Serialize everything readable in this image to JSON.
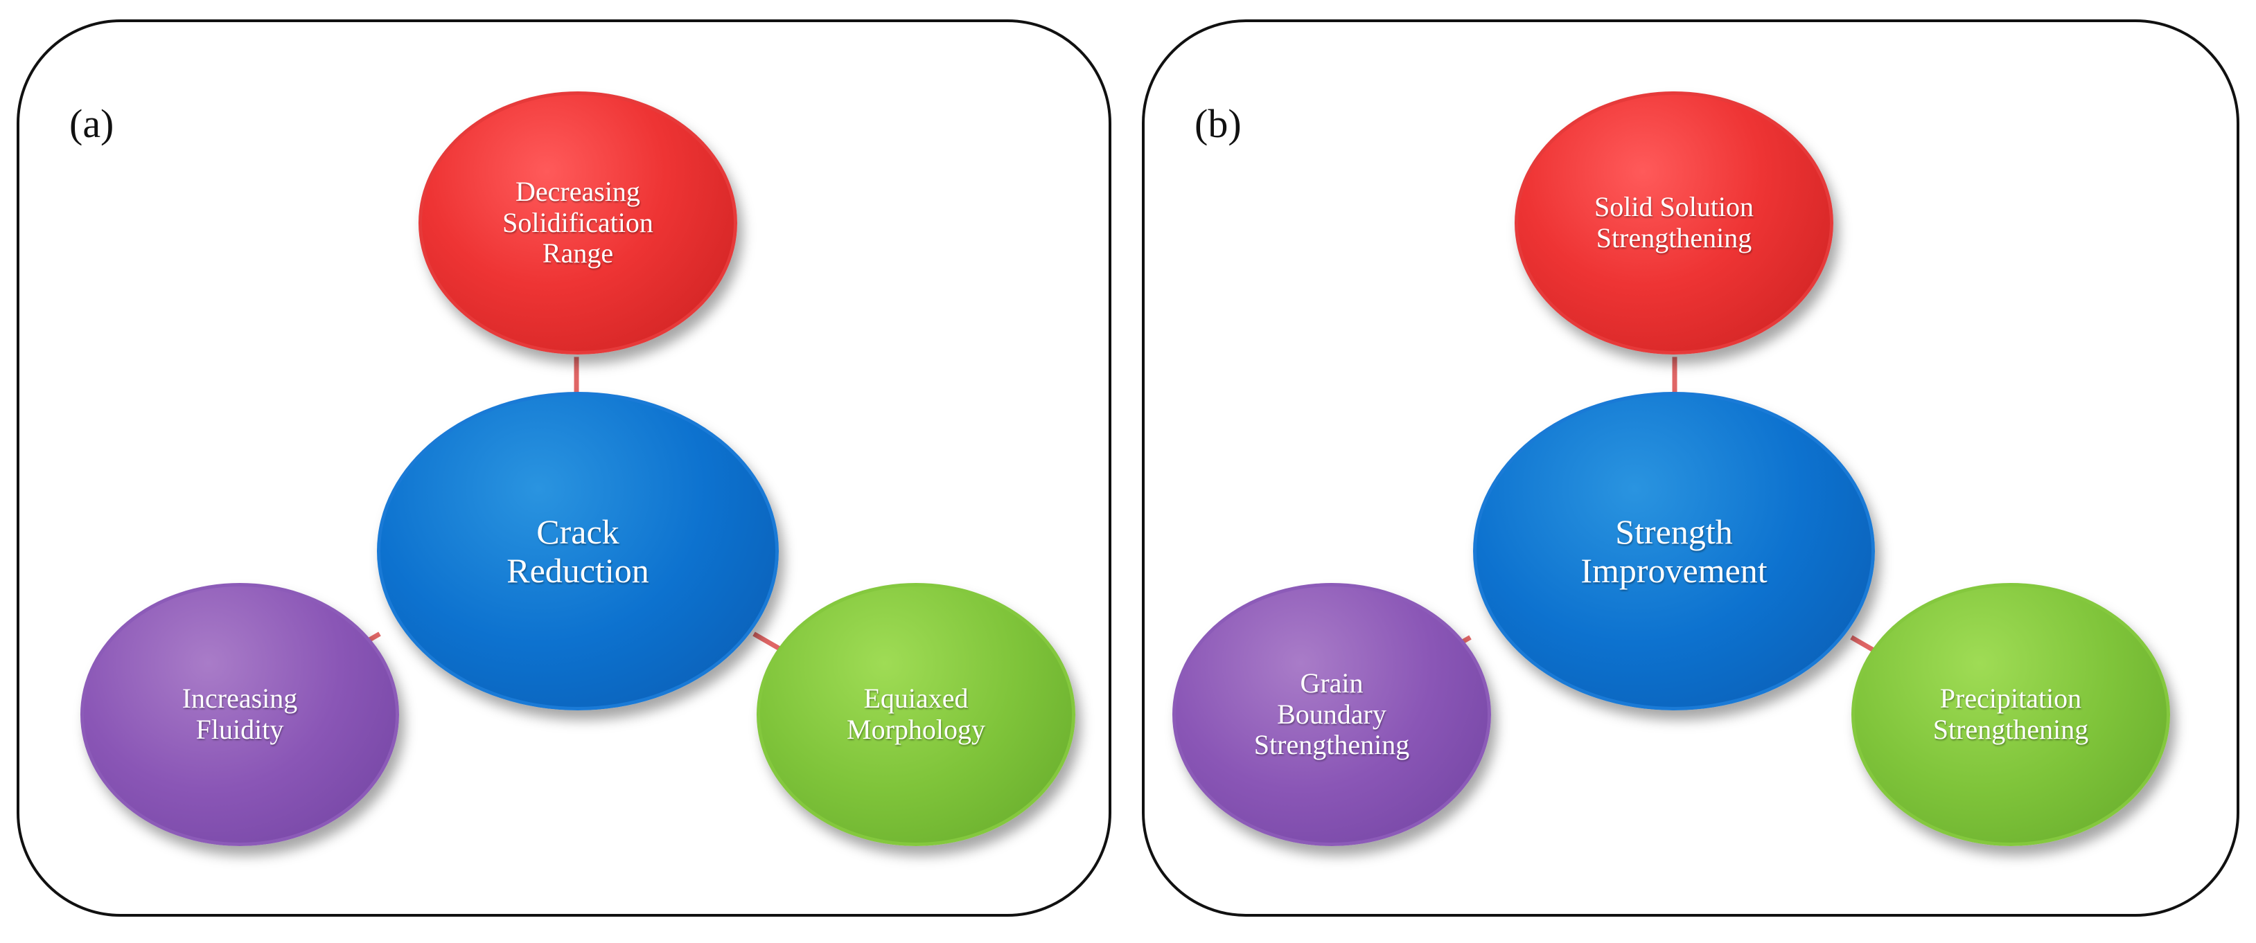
{
  "panels": [
    {
      "label": "(a)",
      "center": "Crack\nReduction",
      "top": "Decreasing\nSolidification\nRange",
      "left": "Increasing\nFluidity",
      "right": "Equiaxed\nMorphology"
    },
    {
      "label": "(b)",
      "center": "Strength\nImprovement",
      "top": "Solid Solution\nStrengthening",
      "left": "Grain\nBoundary\nStrengthening",
      "right": "Precipitation\nStrengthening"
    }
  ],
  "colors": {
    "top_node": "#ee3434",
    "center_node": "#0d72cf",
    "left_node": "#8a56b6",
    "right_node": "#7fc43a",
    "connector": "#e06666",
    "border": "#111111"
  }
}
